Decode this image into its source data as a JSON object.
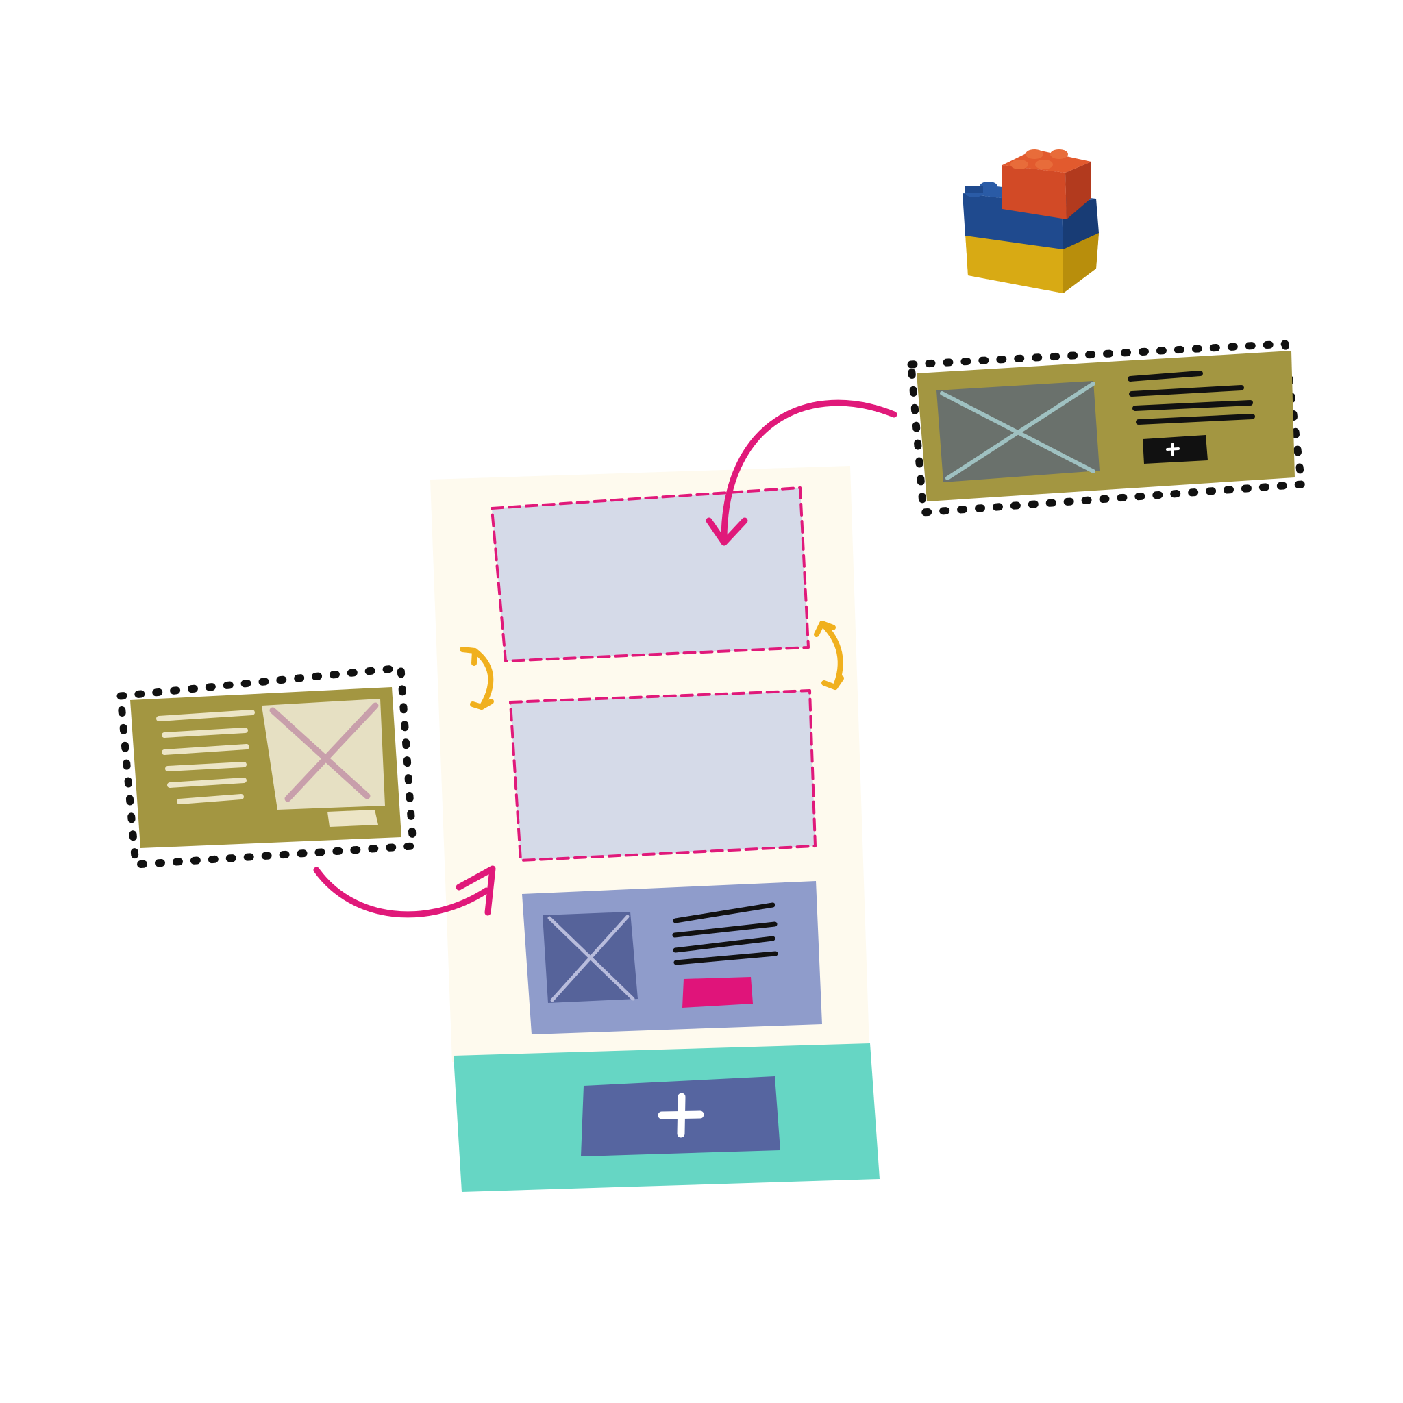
{
  "colors": {
    "background": "#ffffff",
    "page": "#fefaee",
    "slot_fill": "#d5dae8",
    "slot_border": "#e0197a",
    "card_placed": "#8f9ccb",
    "card_placed_image": "#56639a",
    "card_placed_button": "#e0147a",
    "footer": "#66d6c4",
    "footer_button": "#5665a0",
    "module_card": "#a39641",
    "module_image_gray": "#6a716c",
    "module_image_light": "#e6e0c3",
    "cross_light": "#9fc1c1",
    "cross_mauve": "#c89fab",
    "module_lines_light": "#ece5c6",
    "arrow_pink": "#e0197a",
    "arrow_swap": "#f0b01e",
    "selection_dash": "#111111",
    "brick_red": "#d24a26",
    "brick_blue": "#1f4a8e",
    "brick_yellow": "#d8aa14"
  },
  "icons": {
    "footer_add": "plus-icon",
    "module_add": "plus-icon",
    "placeholder_image": "image-placeholder-cross-icon",
    "building_blocks": "lego-bricks-icon",
    "insert_arrow": "curved-arrow-icon",
    "reorder": "double-headed-arrow-icon"
  },
  "diagram": {
    "drop_slot_count": 2,
    "placed_module_count": 1,
    "available_module_count": 2
  }
}
